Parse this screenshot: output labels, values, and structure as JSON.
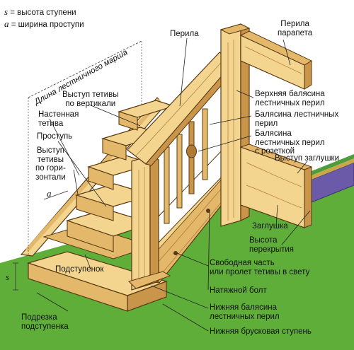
{
  "legend": {
    "s_symbol": "s",
    "s_text": " = высота ступени",
    "a_symbol": "a",
    "a_text": " = ширина проступи"
  },
  "dimension_labels": {
    "stair_length": "Длина лестничного марша",
    "s_marker": "s",
    "a_marker": "a"
  },
  "labels": {
    "perila": "Перила",
    "perila_parapeta": [
      "Перила",
      "парапета"
    ],
    "vystup_tetivy_vert": [
      "Выступ тетивы",
      "по вертикали"
    ],
    "nastennaya_tetiva": [
      "Настенная",
      "тетива"
    ],
    "prostup": "Проступь",
    "vystup_tetivy_gor": [
      "Выступ",
      "тетивы",
      "по гори-",
      "зонтали"
    ],
    "verkhnyaya_balyasina": [
      "Верхняя балясина",
      "лестничных перил"
    ],
    "balyasina": [
      "Балясина лестничных",
      "перил"
    ],
    "balyasina_rozetka": [
      "Балясина",
      "лестничных перил",
      "с розеткой"
    ],
    "vystup_zaglushki": "Выступ заглушки",
    "zaglushka": "Заглушка",
    "vysota_perekrytiya": [
      "Высота",
      "перекрытия"
    ],
    "podstupenok": "Подступенок",
    "svobodnaya_chast": [
      "Свободная часть",
      "или пролет тетивы в свету"
    ],
    "natyazhnoy_bolt": "Натяжной болт",
    "nizhnyaya_balyasina": [
      "Нижняя балясина",
      "лестничных перил"
    ],
    "podrezka_podstupenka": [
      "Подрезка",
      "подступенка"
    ],
    "nizhnyaya_brusovaya": "Нижняя брусковая ступень"
  },
  "colors": {
    "wood_light": "#f3d590",
    "wood_mid": "#e4b86a",
    "wood_dark": "#c9954a",
    "wood_grain": "#b07a38",
    "ground": "#5fae3a",
    "floor_band": "#6a5aa8",
    "outline": "#5a3a12"
  }
}
